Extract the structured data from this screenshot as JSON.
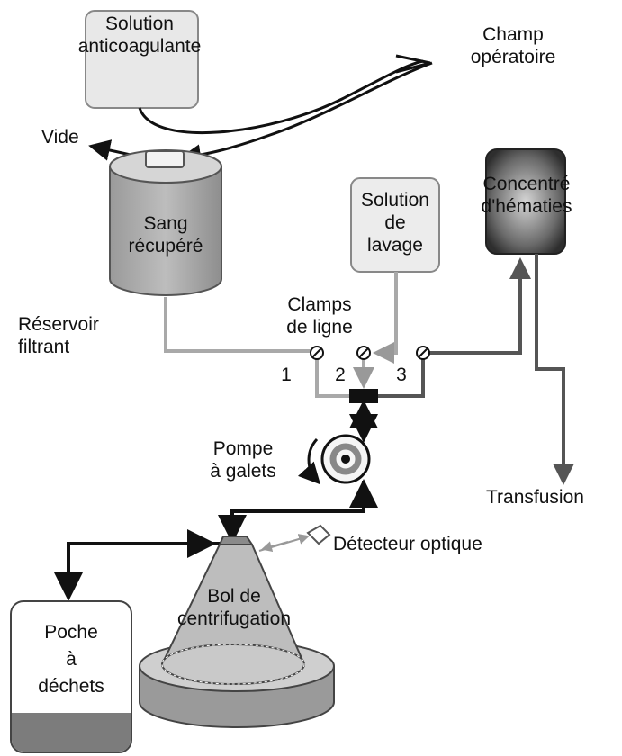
{
  "labels": {
    "anticoagulant": [
      "Solution",
      "anticoagulante"
    ],
    "operative_field": [
      "Champ",
      "opératoire"
    ],
    "vacuum": "Vide",
    "recovered_blood": [
      "Sang",
      "récupéré"
    ],
    "filter_reservoir": [
      "Réservoir",
      "filtrant"
    ],
    "wash_solution": [
      "Solution",
      "de",
      "lavage"
    ],
    "red_cell_concentrate": [
      "Concentré",
      "d'hématies"
    ],
    "line_clamps": [
      "Clamps",
      "de ligne"
    ],
    "clamp_numbers": [
      "1",
      "2",
      "3"
    ],
    "roller_pump": [
      "Pompe",
      "à galets"
    ],
    "transfusion": "Transfusion",
    "optical_detector": "Détecteur optique",
    "centrifuge_bowl": [
      "Bol de",
      "centrifugation"
    ],
    "waste_bag": [
      "Poche",
      "à",
      "déchets"
    ]
  },
  "colors": {
    "dark_line": "#111111",
    "mid_line": "#555555",
    "light_line": "#a9a9a9",
    "container_fill": "#e8e8e8",
    "reservoir_fill": "#a8a8a8",
    "concentrate_fill": "#3a3a3a",
    "waste_fill": "#7c7c7c"
  }
}
